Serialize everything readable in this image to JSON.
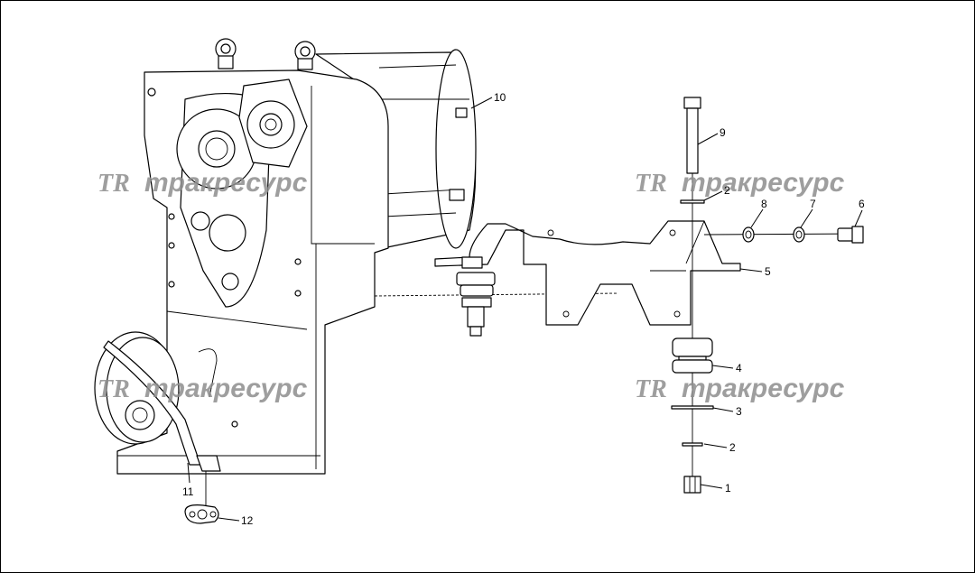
{
  "diagram": {
    "callouts": [
      "1",
      "2",
      "2",
      "3",
      "4",
      "5",
      "6",
      "7",
      "8",
      "9",
      "10",
      "11",
      "12"
    ],
    "watermark": {
      "logo": "TR",
      "text": "тракресурс"
    }
  }
}
